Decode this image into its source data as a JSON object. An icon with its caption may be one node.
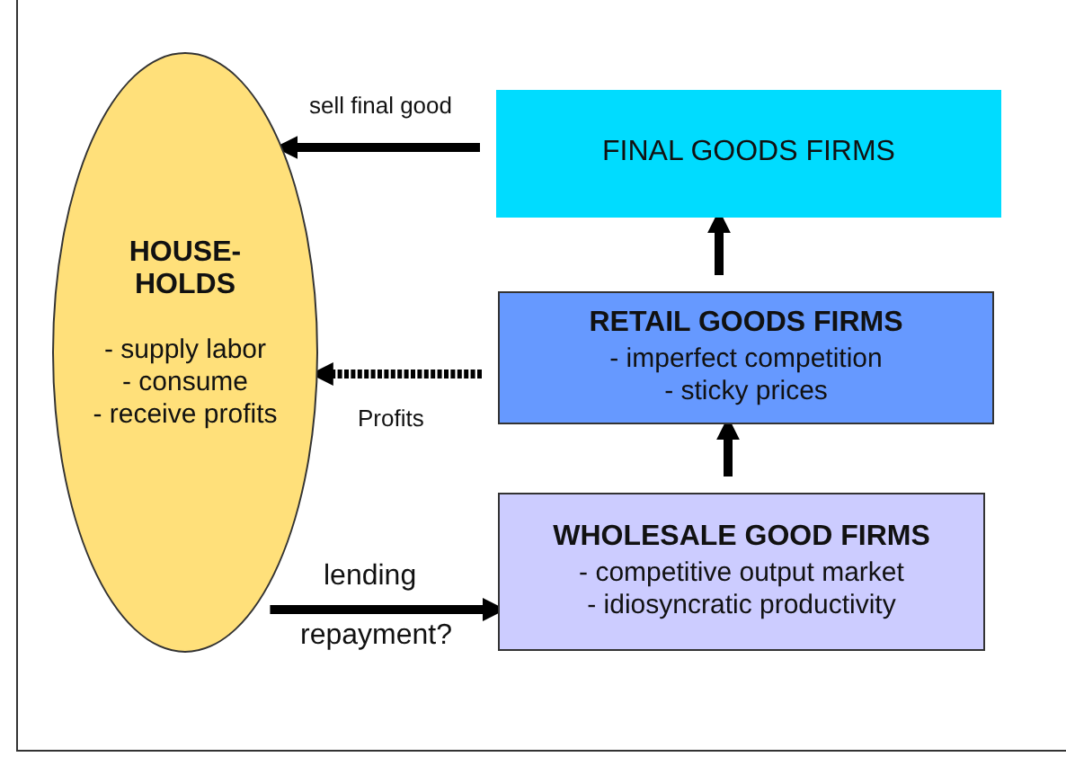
{
  "diagram": {
    "nodes": [
      {
        "text": [
          "HOUSE- HOLDS",
          "- supply labor",
          "- consume",
          "- receive profits"
        ]
      },
      {
        "text": [
          "FINAL GOODS FIRMS"
        ]
      },
      {
        "text": [
          "RETAIL GOODS FIRMS",
          "-  imperfect competition",
          "- sticky prices"
        ]
      },
      {
        "text": [
          "WHOLESALE GOOD FIRMS",
          "- competitive output market",
          "- idiosyncratic productivity"
        ]
      }
    ],
    "edges": [
      {
        "from": 1,
        "to": 0,
        "arrow": "to",
        "label": "sell final good"
      },
      {
        "from": 2,
        "to": 0,
        "arrow": "to",
        "label": "Profits",
        "style": "dashed"
      },
      {
        "from": 0,
        "to": 3,
        "arrow": "to",
        "label": "lending"
      },
      {
        "from": 2,
        "to": 1,
        "arrow": "to"
      },
      {
        "from": 3,
        "to": 2,
        "arrow": "to"
      }
    ],
    "labels": [
      "repayment?"
    ]
  }
}
